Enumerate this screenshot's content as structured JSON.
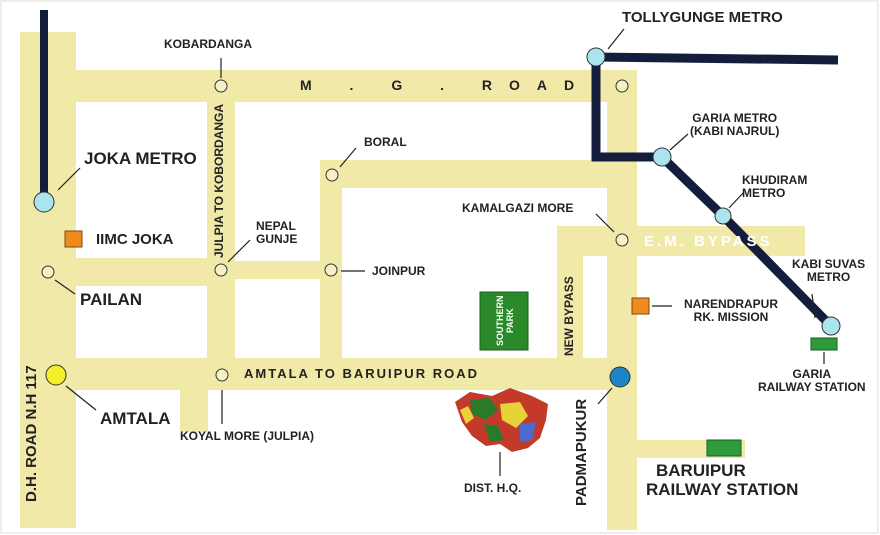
{
  "roads": {
    "mg_road": "M . G . ROAD",
    "em_bypass": "E.M. BYPASS",
    "amtala_baruipur": "AMTALA TO BARUIPUR ROAD",
    "dh_road": "D.H. ROAD N.H 117",
    "julpia_kobordanga": "JULPIA TO KOBORDANGA",
    "new_bypass": "NEW BYPASS"
  },
  "places": {
    "tollygunge_metro": "TOLLYGUNGE METRO",
    "kobardanga": "KOBARDANGA",
    "garia_metro_1": "GARIA METRO",
    "garia_metro_2": "(KABI NAJRUL)",
    "boral": "BORAL",
    "khudiram_1": "KHUDIRAM",
    "khudiram_2": "METRO",
    "joka_metro": "JOKA METRO",
    "kamalgazi_more": "KAMALGAZI MORE",
    "iimc_joka": "IIMC JOKA",
    "nepal_gunje_1": "NEPAL",
    "nepal_gunje_2": "GUNJE",
    "kabi_suvas_1": "KABI SUVAS",
    "kabi_suvas_2": "METRO",
    "joinpur": "JOINPUR",
    "pailan": "PAILAN",
    "narendrapur_1": "NARENDRAPUR",
    "narendrapur_2": "RK. MISSION",
    "southern_park_1": "SOUTHERN",
    "southern_park_2": "PARK",
    "garia_station_1": "GARIA",
    "garia_station_2": "RAILWAY STATION",
    "amtala": "AMTALA",
    "koyal_more": "KOYAL MORE (JULPIA)",
    "padmapukur": "PADMAPUKUR",
    "dist_hq": "DIST. H.Q.",
    "baruipur_station_1": "BARUIPUR",
    "baruipur_station_2": "RAILWAY STATION"
  },
  "colors": {
    "road": "#f0e9a8",
    "metro_line": "#141d3c",
    "metro_stop": "#a9e4ef",
    "junction": "#f6f2c6",
    "amtala_marker": "#f6ee2a",
    "padmapukur_marker": "#1d85c4",
    "institution_marker": "#f08a1c",
    "park_green": "#2a8a2a",
    "station_green": "#2f9a3a"
  }
}
